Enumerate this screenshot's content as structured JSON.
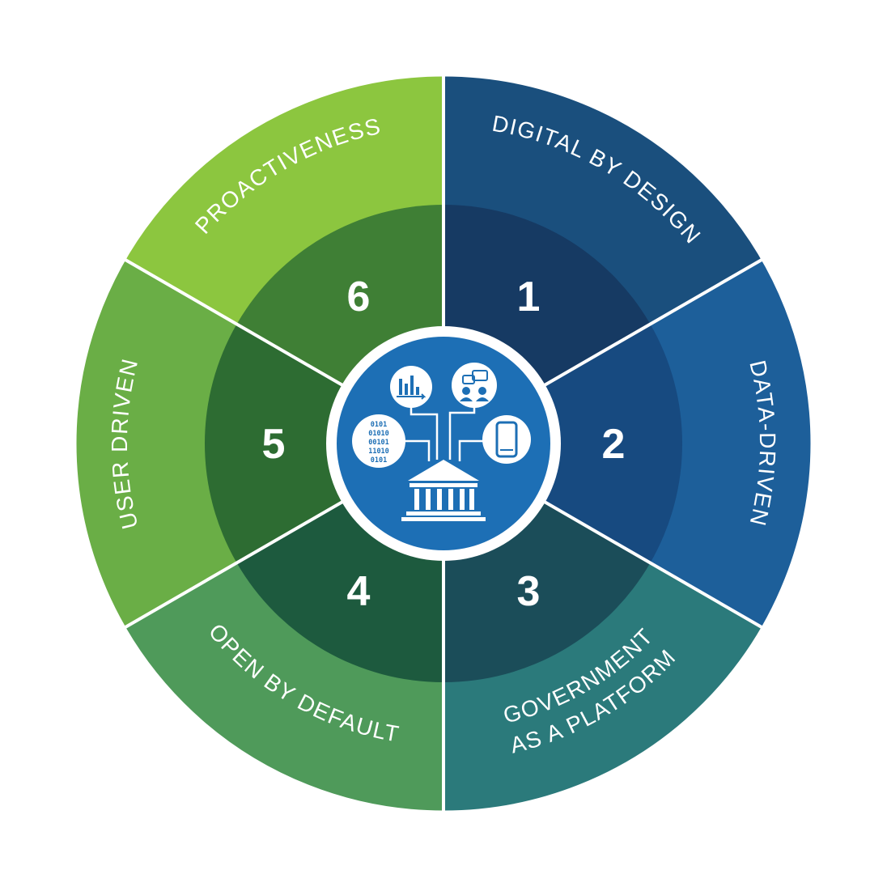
{
  "segments": [
    {
      "number": "1",
      "lines": [
        "DIGITAL BY DESIGN"
      ],
      "outer_color": "#1a4f7d",
      "inner_color": "#163a63"
    },
    {
      "number": "2",
      "lines": [
        "DATA-DRIVEN"
      ],
      "outer_color": "#1d5f9a",
      "inner_color": "#174a80"
    },
    {
      "number": "3",
      "lines": [
        "GOVERNMENT",
        "AS A PLATFORM"
      ],
      "outer_color": "#2b7a7b",
      "inner_color": "#1b4d59"
    },
    {
      "number": "4",
      "lines": [
        "OPEN BY DEFAULT"
      ],
      "outer_color": "#4f9a5a",
      "inner_color": "#1d5a3e"
    },
    {
      "number": "5",
      "lines": [
        "USER DRIVEN"
      ],
      "outer_color": "#6aae46",
      "inner_color": "#2d6c32"
    },
    {
      "number": "6",
      "lines": [
        "PROACTIVENESS"
      ],
      "outer_color": "#8cc63f",
      "inner_color": "#3f7f35"
    }
  ],
  "center": {
    "color": "#1d6fb5",
    "icons": [
      "bar-chart-icon",
      "people-chat-icon",
      "binary-code-icon",
      "mobile-phone-icon",
      "government-building-icon"
    ],
    "binary_rows": [
      "0101",
      "01010",
      "00101",
      "11010",
      "0101"
    ]
  }
}
